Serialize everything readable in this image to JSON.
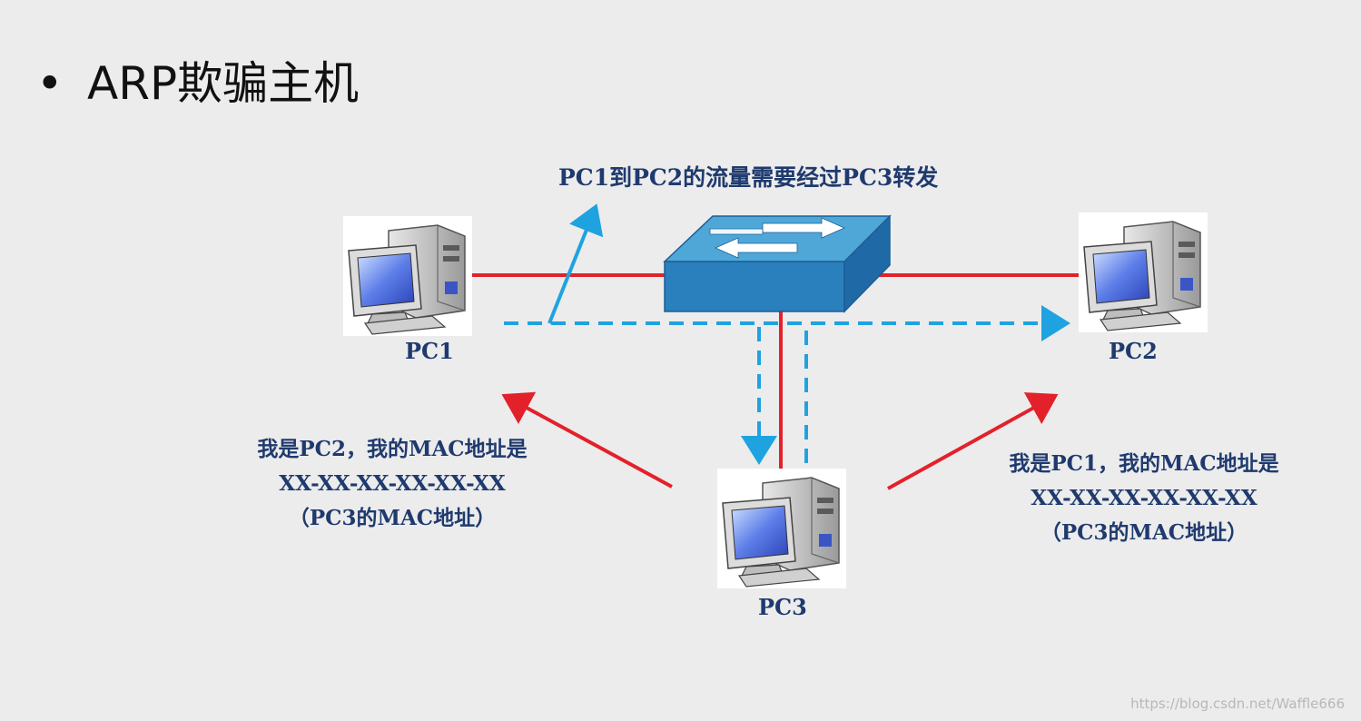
{
  "title": "ARP欺骗主机",
  "bullet": "•",
  "flow_caption": "PC1到PC2的流量需要经过PC3转发",
  "nodes": {
    "pc1": "PC1",
    "pc2": "PC2",
    "pc3": "PC3",
    "switch": "switch"
  },
  "left_note": {
    "line1": "我是PC2，我的MAC地址是",
    "line2": "XX-XX-XX-XX-XX-XX",
    "line3": "（PC3的MAC地址）"
  },
  "right_note": {
    "line1": "我是PC1，我的MAC地址是",
    "line2": "XX-XX-XX-XX-XX-XX",
    "line3": "（PC3的MAC地址）"
  },
  "watermark": "https://blog.csdn.net/Waffle666",
  "colors": {
    "physical_link": "#e3212b",
    "traffic_flow": "#1fa3e0",
    "text": "#1f3a6e",
    "switch_top": "#4fa7d8",
    "switch_side": "#2a7fbd"
  }
}
